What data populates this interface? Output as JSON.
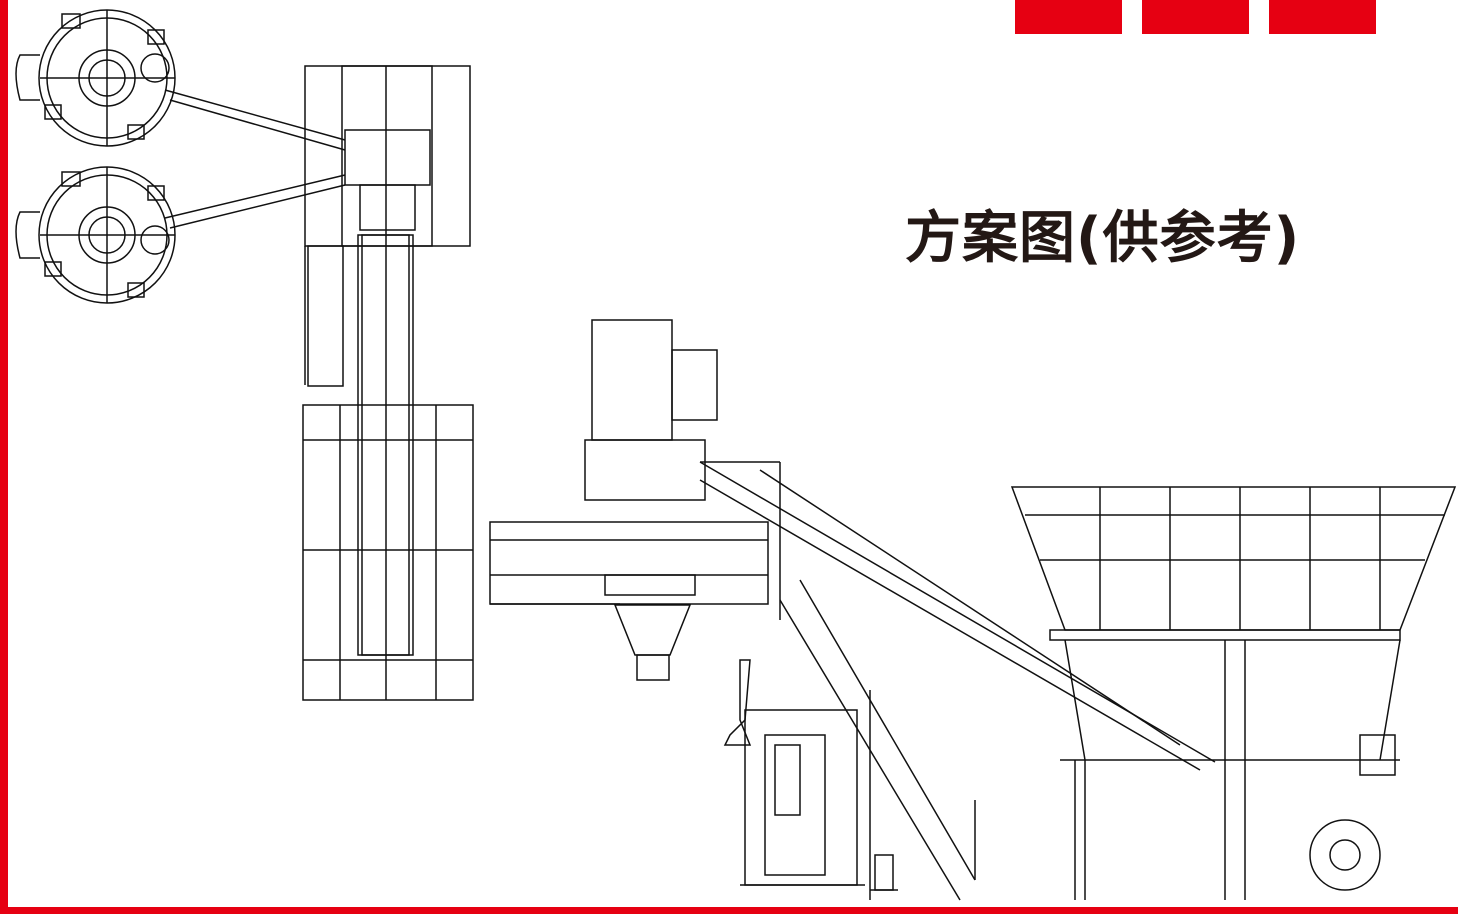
{
  "title": "方案图(供参考)",
  "colors": {
    "accent": "#e60012",
    "line": "#111111",
    "text": "#231815"
  },
  "drawing": {
    "elements": [
      "silo-top-view-1",
      "silo-top-view-2",
      "plant-plan-view",
      "mixer-tower-elevation",
      "belt-conveyor-elevation",
      "aggregate-hopper-elevation",
      "control-cabin",
      "access-stairs"
    ]
  }
}
